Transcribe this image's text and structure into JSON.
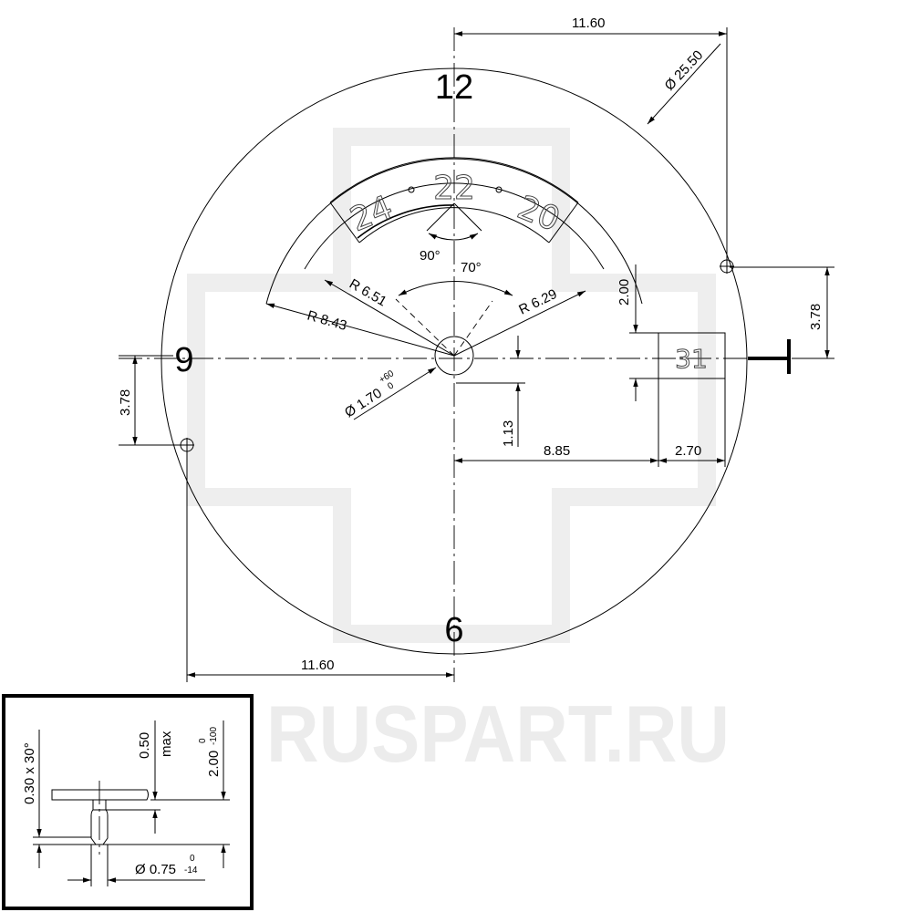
{
  "watermark": {
    "text": "RUSPART.RU"
  },
  "dial": {
    "hour_markers": {
      "top": "12",
      "left": "9",
      "bottom": "6"
    },
    "date_window_digits": {
      "left": "24",
      "center": "22",
      "right": "20"
    },
    "day_window_digits": "31"
  },
  "dimensions": {
    "top_offset": "11.60",
    "diameter": "Ø 25.50",
    "right_vertical": "3.78",
    "window_height": "2.00",
    "left_vertical": "3.78",
    "hole_offset": "1.13",
    "window_distance": "8.85",
    "window_width": "2.70",
    "bottom_offset": "11.60",
    "radius_outer": "R 8.43",
    "radius_window": "R 6.51",
    "radius_right": "R 6.29",
    "angle_window": "90°",
    "angle_lower": "70°",
    "hole_diameter": "Ø 1.70",
    "hole_tol_upper": "+60",
    "hole_tol_lower": "0"
  },
  "detail": {
    "chamfer": "0.30 x 30°",
    "pin_height": "0.50",
    "pin_height_note": "max",
    "total_height": "2.00",
    "total_tol_upper": "0",
    "total_tol_lower": "-100",
    "pin_diameter": "Ø 0.75",
    "pin_tol_upper": "0",
    "pin_tol_lower": "-14"
  }
}
